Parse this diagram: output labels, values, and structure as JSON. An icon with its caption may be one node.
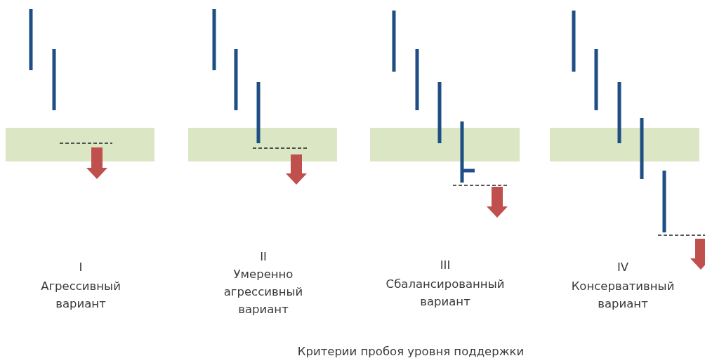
{
  "diagram": {
    "caption": "Критерии пробоя уровня поддержки",
    "labels": [
      "I",
      "Агрессивный вариант",
      "II",
      "Умеренно агрессивный вариант",
      "III",
      "Сбалансированный вариант",
      "IV",
      "Консервативный вариант"
    ]
  }
}
